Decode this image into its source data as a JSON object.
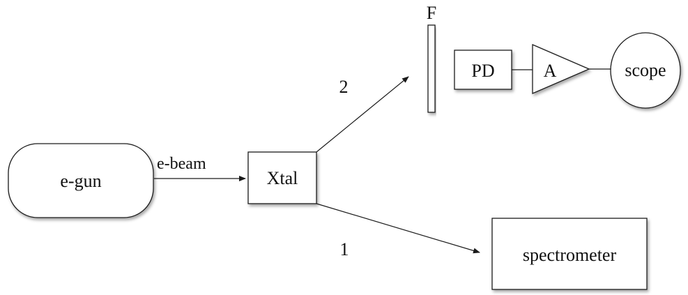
{
  "diagram": {
    "nodes": {
      "egun": "e-gun",
      "xtal": "Xtal",
      "spectrometer": "spectrometer",
      "filter": "F",
      "photodiode": "PD",
      "amplifier": "A",
      "scope": "scope"
    },
    "edges": {
      "ebeam": "e-beam",
      "path1": "1",
      "path2": "2"
    }
  }
}
